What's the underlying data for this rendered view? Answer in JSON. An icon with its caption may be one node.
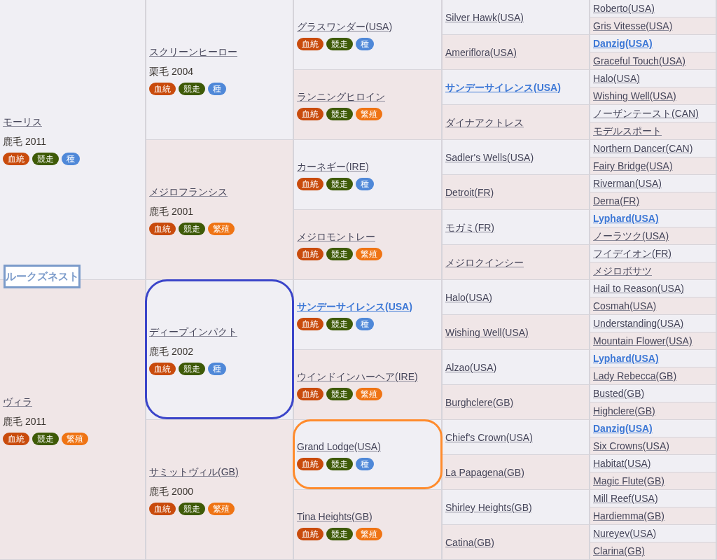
{
  "diagram": {
    "nodes": [
      {
        "text": [
          "ルークズネスト"
        ]
      },
      {
        "text": [
          "モーリス",
          "鹿毛 2011",
          "血統",
          "競走",
          "種"
        ]
      },
      {
        "text": [
          "スクリーンヒーロー",
          "栗毛 2004",
          "血統",
          "競走",
          "種"
        ]
      },
      {
        "text": [
          "グラスワンダー(USA)",
          "血統",
          "競走",
          "種"
        ]
      },
      {
        "text": [
          "Silver Hawk(USA)"
        ]
      },
      {
        "text": [
          "Roberto(USA)"
        ]
      },
      {
        "text": [
          "Gris Vitesse(USA)"
        ]
      },
      {
        "text": [
          "Ameriflora(USA)"
        ]
      },
      {
        "text": [
          "Danzig(USA)"
        ]
      },
      {
        "text": [
          "Graceful Touch(USA)"
        ]
      },
      {
        "text": [
          "ランニングヒロイン",
          "血統",
          "競走",
          "繁殖"
        ]
      },
      {
        "text": [
          "サンデーサイレンス(USA)"
        ]
      },
      {
        "text": [
          "Halo(USA)"
        ]
      },
      {
        "text": [
          "Wishing Well(USA)"
        ]
      },
      {
        "text": [
          "ダイナアクトレス"
        ]
      },
      {
        "text": [
          "ノーザンテースト(CAN)"
        ]
      },
      {
        "text": [
          "モデルスポート"
        ]
      },
      {
        "text": [
          "メジロフランシス",
          "鹿毛 2001",
          "血統",
          "競走",
          "繁殖"
        ]
      },
      {
        "text": [
          "カーネギー(IRE)",
          "血統",
          "競走",
          "種"
        ]
      },
      {
        "text": [
          "Sadler's Wells(USA)"
        ]
      },
      {
        "text": [
          "Northern Dancer(CAN)"
        ]
      },
      {
        "text": [
          "Fairy Bridge(USA)"
        ]
      },
      {
        "text": [
          "Detroit(FR)"
        ]
      },
      {
        "text": [
          "Riverman(USA)"
        ]
      },
      {
        "text": [
          "Derna(FR)"
        ]
      },
      {
        "text": [
          "メジロモントレー",
          "血統",
          "競走",
          "繁殖"
        ]
      },
      {
        "text": [
          "モガミ(FR)"
        ]
      },
      {
        "text": [
          "Lyphard(USA)"
        ]
      },
      {
        "text": [
          "ノーラツク(USA)"
        ]
      },
      {
        "text": [
          "メジロクインシー"
        ]
      },
      {
        "text": [
          "フイデイオン(FR)"
        ]
      },
      {
        "text": [
          "メジロボサツ"
        ]
      },
      {
        "text": [
          "ヴィラ",
          "鹿毛 2011",
          "血統",
          "競走",
          "繁殖"
        ]
      },
      {
        "text": [
          "ディープインパクト",
          "鹿毛 2002",
          "血統",
          "競走",
          "種"
        ]
      },
      {
        "text": [
          "サンデーサイレンス(USA)",
          "血統",
          "競走",
          "種"
        ]
      },
      {
        "text": [
          "Halo(USA)"
        ]
      },
      {
        "text": [
          "Hail to Reason(USA)"
        ]
      },
      {
        "text": [
          "Cosmah(USA)"
        ]
      },
      {
        "text": [
          "Wishing Well(USA)"
        ]
      },
      {
        "text": [
          "Understanding(USA)"
        ]
      },
      {
        "text": [
          "Mountain Flower(USA)"
        ]
      },
      {
        "text": [
          "ウインドインハーヘア(IRE)",
          "血統",
          "競走",
          "繁殖"
        ]
      },
      {
        "text": [
          "Alzao(USA)"
        ]
      },
      {
        "text": [
          "Lyphard(USA)"
        ]
      },
      {
        "text": [
          "Lady Rebecca(GB)"
        ]
      },
      {
        "text": [
          "Burghclere(GB)"
        ]
      },
      {
        "text": [
          "Busted(GB)"
        ]
      },
      {
        "text": [
          "Highclere(GB)"
        ]
      },
      {
        "text": [
          "サミットヴィル(GB)",
          "鹿毛 2000",
          "血統",
          "競走",
          "繁殖"
        ]
      },
      {
        "text": [
          "Grand Lodge(USA)",
          "血統",
          "競走",
          "種"
        ]
      },
      {
        "text": [
          "Chief's Crown(USA)"
        ]
      },
      {
        "text": [
          "Danzig(USA)"
        ]
      },
      {
        "text": [
          "Six Crowns(USA)"
        ]
      },
      {
        "text": [
          "La Papagena(GB)"
        ]
      },
      {
        "text": [
          "Habitat(USA)"
        ]
      },
      {
        "text": [
          "Magic Flute(GB)"
        ]
      },
      {
        "text": [
          "Tina Heights(GB)",
          "血統",
          "競走",
          "繁殖"
        ]
      },
      {
        "text": [
          "Shirley Heights(GB)"
        ]
      },
      {
        "text": [
          "Mill Reef(USA)"
        ]
      },
      {
        "text": [
          "Hardiemma(GB)"
        ]
      },
      {
        "text": [
          "Catina(GB)"
        ]
      },
      {
        "text": [
          "Nureyev(USA)"
        ]
      },
      {
        "text": [
          "Clarina(GB)"
        ]
      }
    ]
  }
}
